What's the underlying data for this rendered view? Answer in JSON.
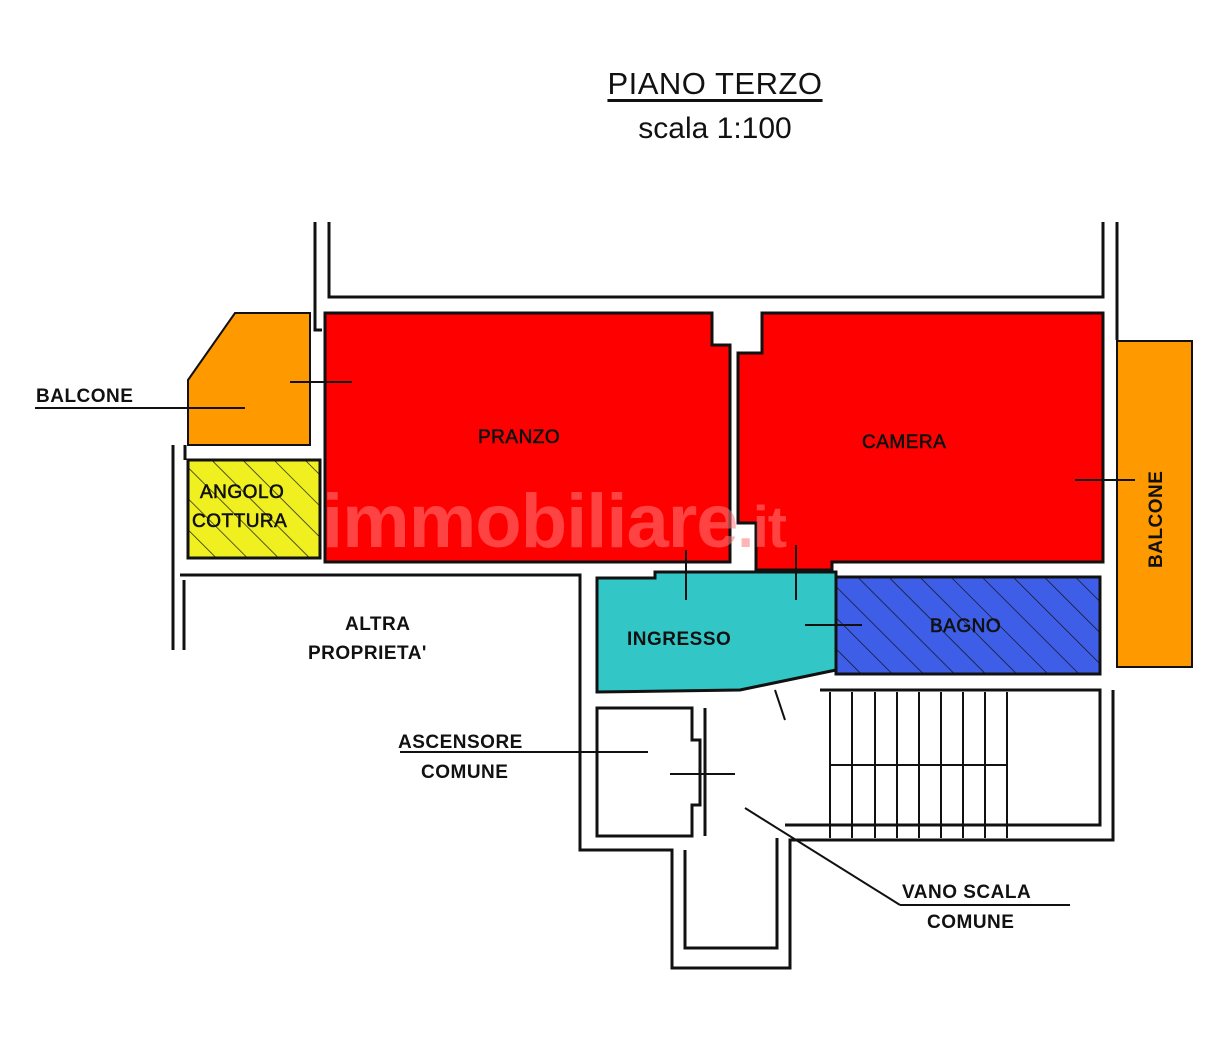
{
  "header": {
    "title": "PIANO TERZO",
    "scale": "scala 1:100"
  },
  "rooms": {
    "pranzo": {
      "label": "PRANZO",
      "color": "#ff0000"
    },
    "camera": {
      "label": "CAMERA",
      "color": "#ff0000"
    },
    "angolo_cottura": {
      "label_line1": "ANGOLO",
      "label_line2": "COTTURA",
      "color": "#f0f020"
    },
    "ingresso": {
      "label": "INGRESSO",
      "color": "#33c6c6"
    },
    "bagno": {
      "label": "BAGNO",
      "color": "#3e5ee8"
    },
    "balcone_left": {
      "label": "BALCONE",
      "color": "#ff9900"
    },
    "balcone_right": {
      "label": "BALCONE",
      "color": "#ff9900"
    }
  },
  "annotations": {
    "altra_proprieta_line1": "ALTRA",
    "altra_proprieta_line2": "PROPRIETA'",
    "ascensore_line1": "ASCENSORE",
    "ascensore_line2": "COMUNE",
    "vano_scala_line1": "VANO SCALA",
    "vano_scala_line2": "COMUNE"
  },
  "watermark": {
    "text": "immobiliare",
    "suffix": ".it"
  }
}
